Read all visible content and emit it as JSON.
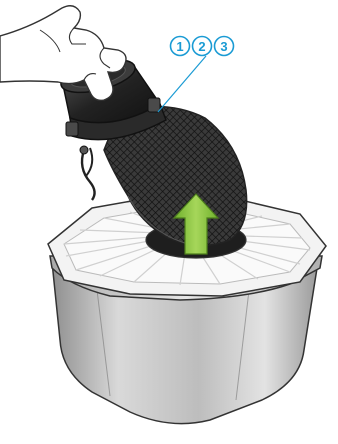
{
  "callouts": [
    {
      "label": "1"
    },
    {
      "label": "2"
    },
    {
      "label": "3"
    }
  ],
  "colors": {
    "callout": "#1a9bd4",
    "arrow": "#8cc63f",
    "arrow_dark": "#5f9a2a",
    "filter_mesh": "#2b2b2b",
    "container": "#c9c9c9",
    "lid": "#f2f2f2",
    "outline": "#333333"
  },
  "icons": {
    "hand": "hand-icon",
    "filter": "mesh-filter-icon",
    "arrow": "up-arrow-icon",
    "container": "dust-container-icon"
  }
}
